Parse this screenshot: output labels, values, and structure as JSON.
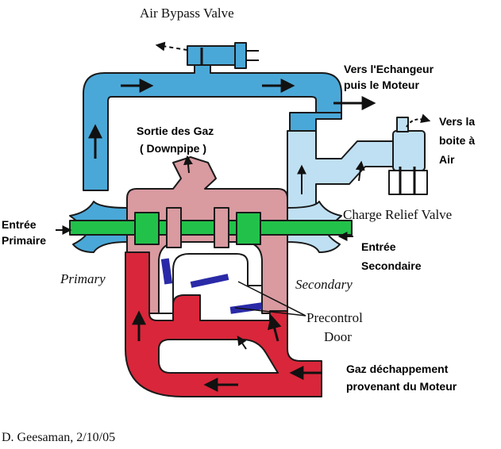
{
  "labels": {
    "air_bypass_valve": "Air Bypass Valve",
    "vers_echangeur_line1": "Vers l'Echangeur",
    "vers_echangeur_line2": "puis le Moteur",
    "vers_boite_line1": "Vers la",
    "vers_boite_line2": "boite à",
    "vers_boite_line3": "Air",
    "sortie_gaz_line1": "Sortie des Gaz",
    "sortie_gaz_line2": "( Downpipe )",
    "entree_primaire_line1": "Entrée",
    "entree_primaire_line2": "Primaire",
    "charge_relief_valve": "Charge Relief Valve",
    "entree_secondaire_line1": "Entrée",
    "entree_secondaire_line2": "Secondaire",
    "primary": "Primary",
    "secondary": "Secondary",
    "precontrol_line1": "Precontrol",
    "precontrol_line2": "Door",
    "gaz_echappement_line1": "Gaz déchappement",
    "gaz_echappement_line2": "provenant du Moteur",
    "credit": "D. Geesaman, 2/10/05"
  },
  "colors": {
    "intake_air": "#4aa8d8",
    "relief_air": "#bfe0f2",
    "exhaust_hot": "#d9263a",
    "turbine_housing": "#d99aa0",
    "compressor_wheel": "#22c24a",
    "shaft": "#7a9aa8",
    "flap": "#2a2aa8",
    "outline": "#1a1a1a"
  }
}
